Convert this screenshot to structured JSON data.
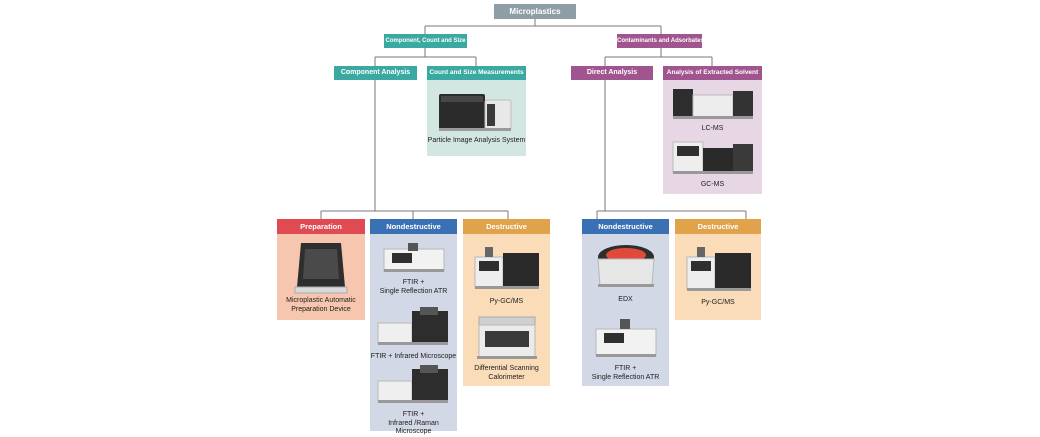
{
  "root": {
    "label": "Microplastics"
  },
  "branch_left": {
    "label": "Component, Count and Size"
  },
  "branch_right": {
    "label": "Contaminants and Adsorbates"
  },
  "component_analysis": {
    "label": "Component Analysis"
  },
  "count_size": {
    "label": "Count and Size Measurements",
    "items": [
      "Particle Image Analysis System"
    ]
  },
  "direct_analysis": {
    "label": "Direct Analysis"
  },
  "extracted_solvent": {
    "label": "Analysis of Extracted Solvent",
    "items": [
      "LC-MS",
      "GC-MS"
    ]
  },
  "preparation": {
    "label": "Preparation",
    "items": [
      "Microplastic Automatic\nPreparation Device"
    ]
  },
  "nondestructive_left": {
    "label": "Nondestructive",
    "items": [
      "FTIR +\nSingle Reflection ATR",
      "FTIR + Infrared Microscope",
      "FTIR +\nInfrared /Raman Microscope"
    ]
  },
  "destructive_left": {
    "label": "Destructive",
    "items": [
      "Py-GC/MS",
      "Differential Scanning\nCalorimeter"
    ]
  },
  "nondestructive_right": {
    "label": "Nondestructive",
    "items": [
      "EDX",
      "FTIR +\nSingle Reflection ATR"
    ]
  },
  "destructive_right": {
    "label": "Destructive",
    "items": [
      "Py-GC/MS"
    ]
  },
  "colors": {
    "grey": "#8e9ea6",
    "teal": "#3aa9a2",
    "purple": "#a0558e",
    "red": "#e04a52",
    "blue": "#3a71b4",
    "orange": "#e0a24a",
    "teal_bg": "#d2e6e2",
    "purple_bg": "#e7d6e4",
    "red_bg": "#f6c7ae",
    "blue_bg": "#d3d8e6",
    "orange_bg": "#fadcb8"
  }
}
